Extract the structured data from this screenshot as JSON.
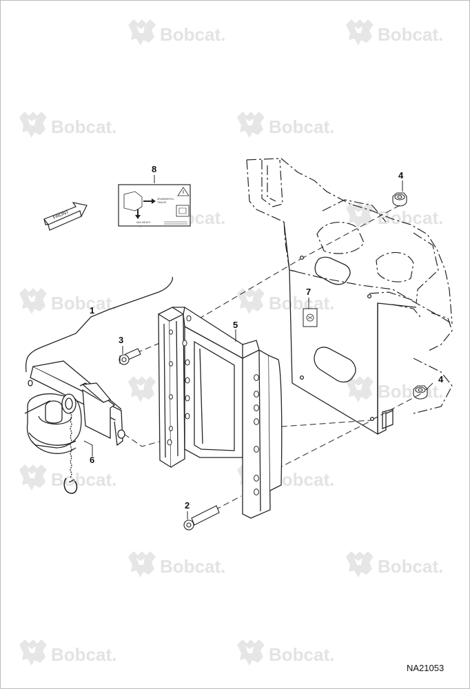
{
  "watermark": {
    "text": "Bobcat."
  },
  "callouts": {
    "c1": "1",
    "c2": "2",
    "c3": "3",
    "c4a": "4",
    "c4b": "4",
    "c5": "5",
    "c6": "6",
    "c7": "7",
    "c8": "8"
  },
  "front_arrow": {
    "label": "FRONT"
  },
  "decal": {
    "line1": "DRAWBAR/PULL",
    "line2": "TRAILER",
    "line3": "MAX WEIGHT"
  },
  "figure_ref": "NA21053"
}
